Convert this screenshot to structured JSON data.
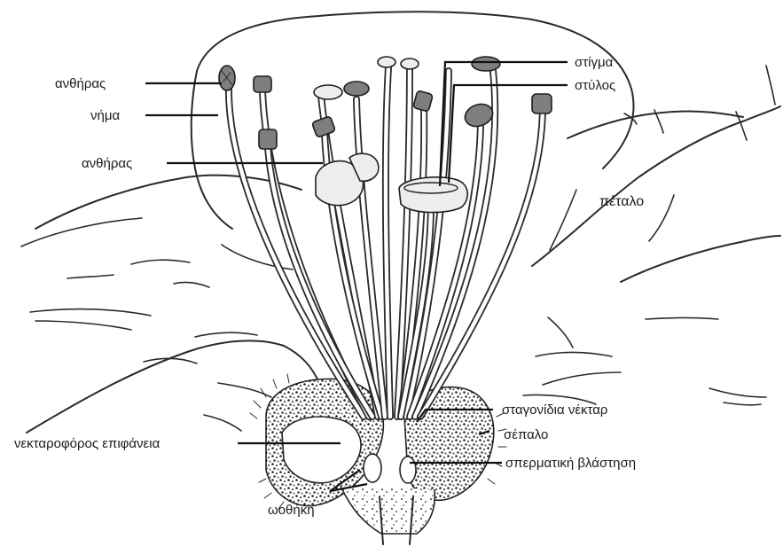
{
  "labels": {
    "anther_top": "ανθήρας",
    "filament": "νήμα",
    "anther_mid": "ανθήρας",
    "stigma": "στίγμα",
    "style": "στύλος",
    "petal": "πέταλο",
    "nectar_droplets": "σταγονίδια νέκταρ",
    "sepal": "σέπαλο",
    "nectary_surface": "νεκταροφόρος επιφάνεια",
    "ovary_ovule": "σπερματική βλάστηση",
    "ovary": "ωοθήκη"
  }
}
